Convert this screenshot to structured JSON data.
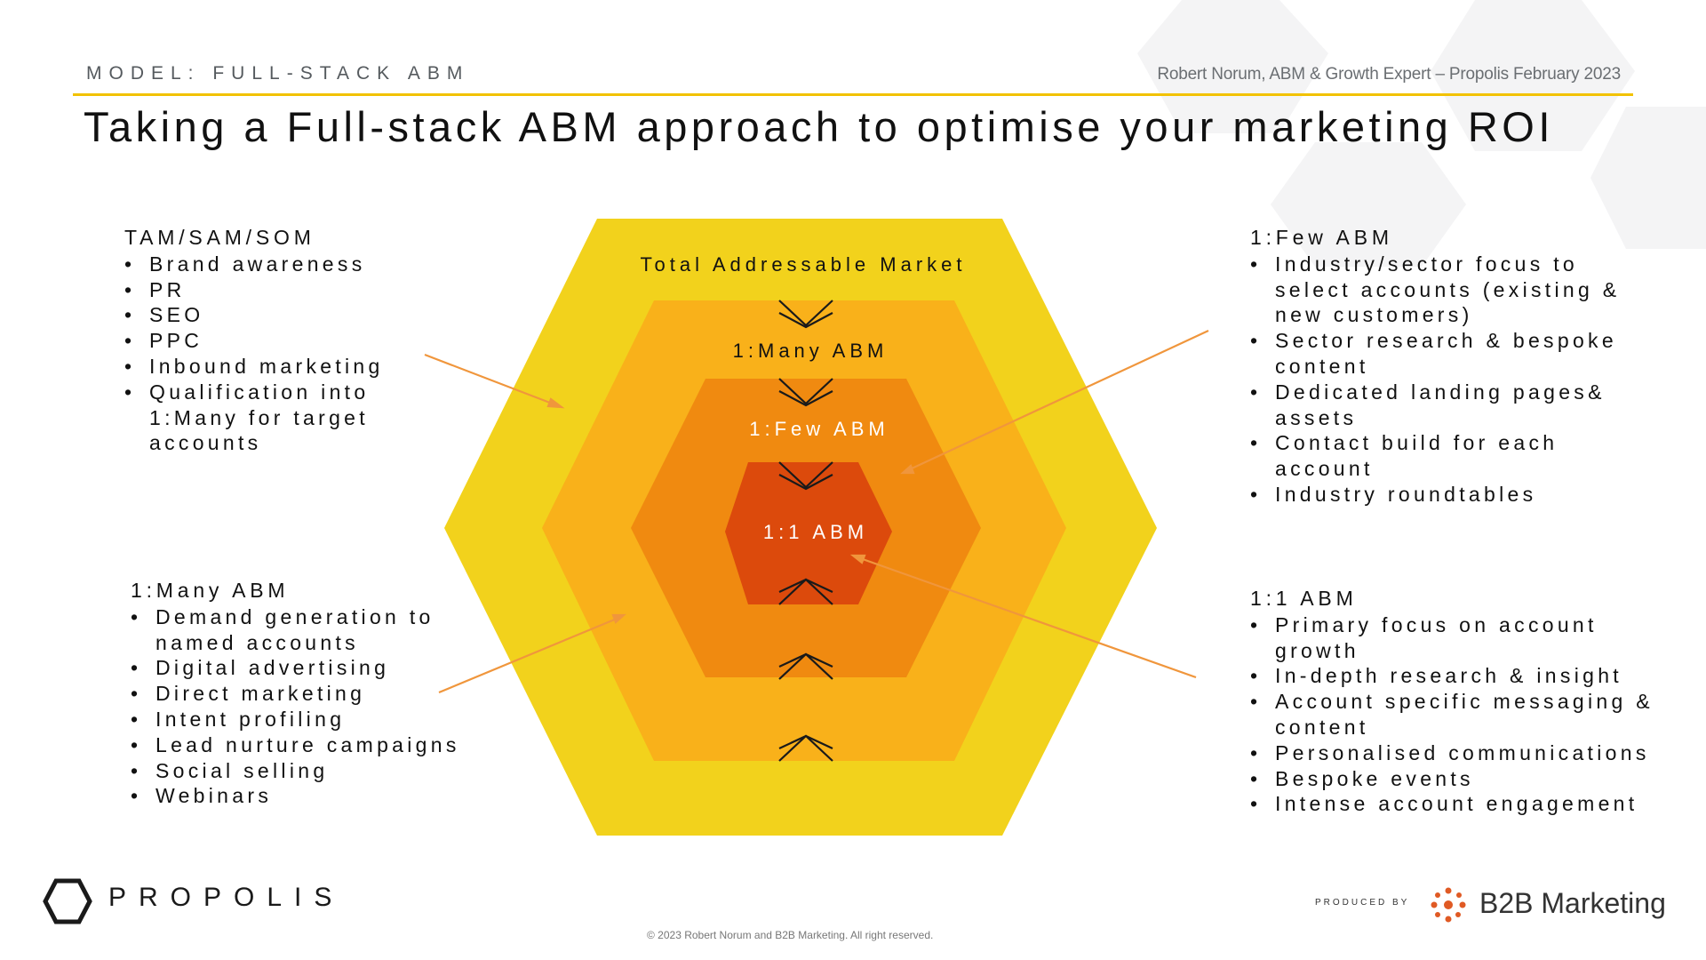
{
  "header": {
    "section_label": "MODEL: FULL-STACK ABM",
    "credit": "Robert Norum, ABM & Growth Expert – Propolis February 2023",
    "title": "Taking a Full-stack ABM approach to optimise your marketing ROI"
  },
  "diagram": {
    "layers": [
      {
        "label": "Total Addressable Market",
        "color": "#f2d21c"
      },
      {
        "label": "1:Many ABM",
        "color": "#f9b11a"
      },
      {
        "label": "1:Few ABM",
        "color": "#f08a10"
      },
      {
        "label": "1:1 ABM",
        "color": "#dc4a0c"
      }
    ],
    "icons": [
      "chevron-down-icon",
      "chevron-up-icon"
    ],
    "arrow_color": "#f0963c"
  },
  "callouts": {
    "tam": {
      "title": "TAM/SAM/SOM",
      "items": [
        "Brand awareness",
        "PR",
        "SEO",
        "PPC",
        "Inbound marketing",
        "Qualification into 1:Many for target accounts"
      ]
    },
    "one_many": {
      "title": "1:Many ABM",
      "items": [
        "Demand generation to named accounts",
        "Digital advertising",
        "Direct marketing",
        "Intent profiling",
        "Lead nurture campaigns",
        "Social selling",
        "Webinars"
      ]
    },
    "one_few": {
      "title": "1:Few ABM",
      "items": [
        "Industry/sector focus to select accounts (existing & new customers)",
        "Sector research & bespoke content",
        "Dedicated landing pages& assets",
        "Contact build for each account",
        "Industry roundtables"
      ]
    },
    "one_one": {
      "title": "1:1 ABM",
      "items": [
        "Primary focus on account growth",
        "In-depth research & insight",
        "Account specific messaging & content",
        "Personalised communications",
        "Bespoke events",
        "Intense account engagement"
      ]
    }
  },
  "footer": {
    "propolis_brand": "PROPOLIS",
    "produced_by": "PRODUCED BY",
    "b2b_brand": "B2B Marketing",
    "copyright": "© 2023 Robert Norum and B2B Marketing. All right reserved."
  }
}
